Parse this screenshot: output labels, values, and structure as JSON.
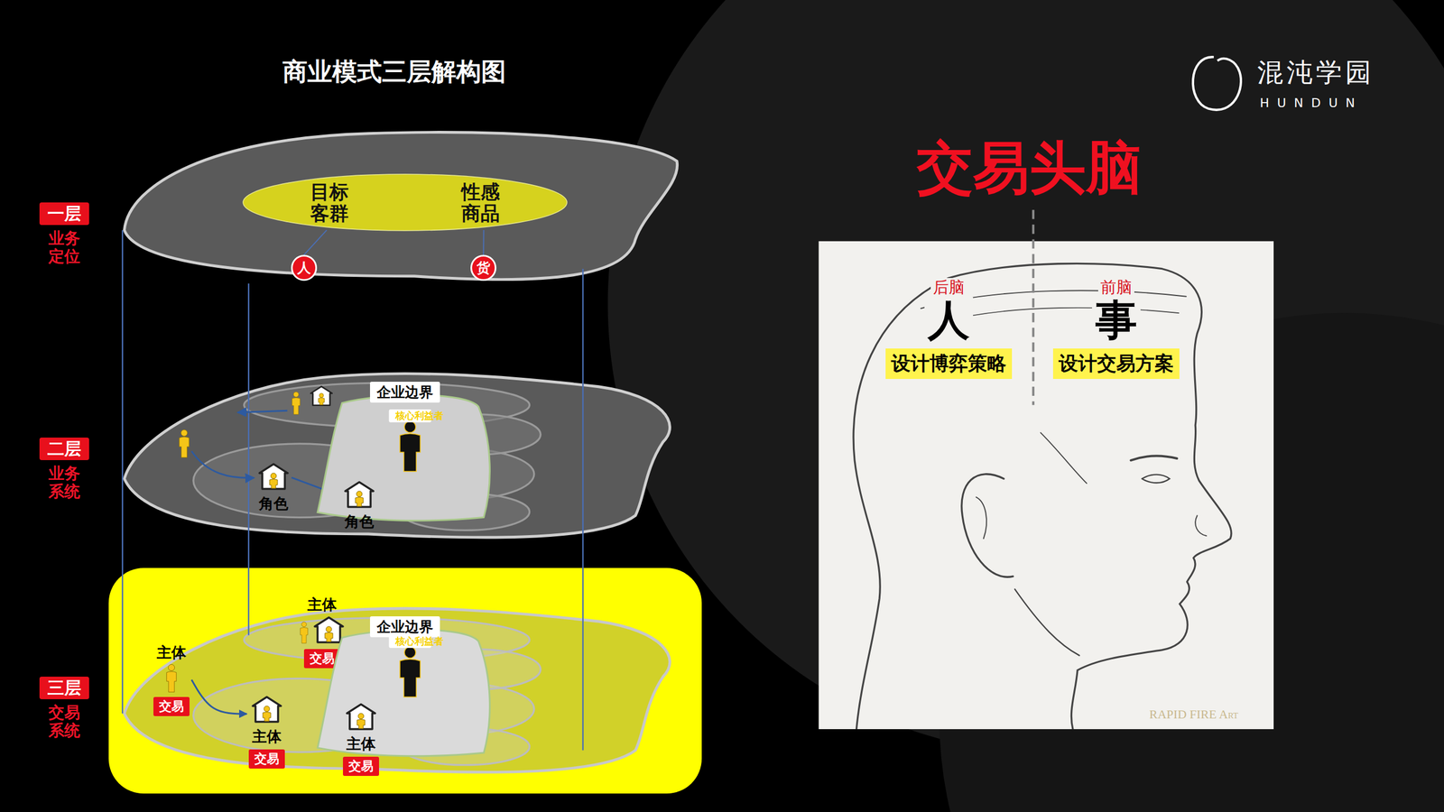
{
  "diagram": {
    "title": "商业模式三层解构图",
    "nodes": [
      {
        "text": [
          "一层",
          "业务定位"
        ]
      },
      {
        "text": [
          "目标客群",
          "性感商品"
        ]
      },
      {
        "text": [
          "人"
        ]
      },
      {
        "text": [
          "货"
        ]
      },
      {
        "text": [
          "二层",
          "业务系统"
        ]
      },
      {
        "text": [
          "企业边界"
        ]
      },
      {
        "text": [
          "核心利益者"
        ],
        "in": 5
      },
      {
        "text": [
          "角色"
        ]
      },
      {
        "text": [
          "角色"
        ]
      },
      {
        "text": [
          "三层",
          "交易系统"
        ]
      },
      {
        "text": [
          "主体",
          "交易"
        ]
      },
      {
        "text": [
          "企业边界"
        ]
      },
      {
        "text": [
          "核心利益者"
        ],
        "in": 11
      },
      {
        "text": [
          "主体",
          "交易"
        ]
      },
      {
        "text": [
          "主体",
          "交易"
        ]
      },
      {
        "text": [
          "主体",
          "交易"
        ]
      },
      {
        "text": [
          "后脑",
          "人",
          "设计博弈策略"
        ]
      },
      {
        "text": [
          "前脑",
          "事",
          "设计交易方案"
        ]
      }
    ],
    "edges": [
      {
        "from": 2,
        "to": 1,
        "arrow": "none"
      },
      {
        "from": 3,
        "to": 1,
        "arrow": "none"
      },
      {
        "from": 7,
        "to": 8,
        "arrow": "to"
      },
      {
        "from": 13,
        "to": 14,
        "arrow": "to"
      }
    ],
    "labels": [
      "交易头脑",
      "混沌学园",
      "HUNDUN",
      "RAPID FIRE Art"
    ]
  }
}
